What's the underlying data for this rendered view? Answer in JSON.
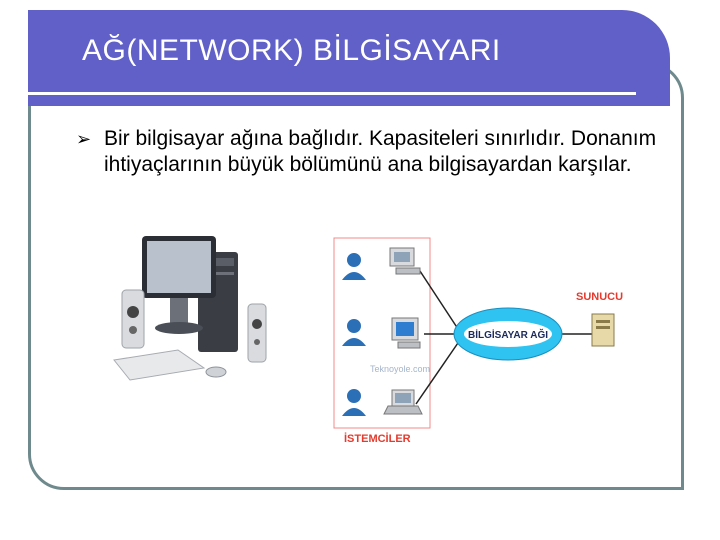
{
  "title": "AĞ(NETWORK) BİLGİSAYARI",
  "bullet": {
    "icon": "arrow-bullet-icon",
    "text": "Bir bilgisayar ağına bağlıdır. Kapasiteleri sınırlıdır. Donanım ihtiyaçlarının büyük bölümünü ana bilgisayardan karşılar."
  },
  "diagram": {
    "server_label": "SUNUCU",
    "network_label": "BİLGİSAYAR AĞI",
    "clients_label": "İSTEMCİLER",
    "watermark": "Teknoyole.com"
  },
  "colors": {
    "title_bar": "#6160c9",
    "frame_border": "#6f8a8c",
    "accent_label": "#e53a2d",
    "network_ellipse": "#2ec3f0"
  }
}
